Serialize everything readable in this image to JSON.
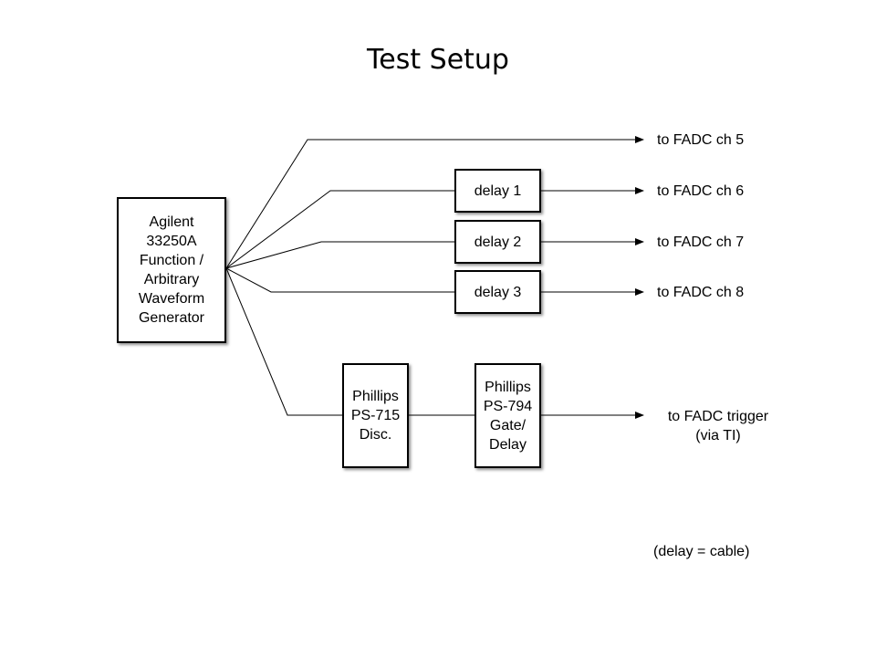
{
  "title": "Test Setup",
  "blocks": {
    "generator": {
      "lines": [
        "Agilent",
        "33250A",
        "Function /",
        "Arbitrary",
        "Waveform",
        "Generator"
      ]
    },
    "delay1": {
      "label": "delay 1"
    },
    "delay2": {
      "label": "delay 2"
    },
    "delay3": {
      "label": "delay 3"
    },
    "disc": {
      "lines": [
        "Phillips",
        "PS-715",
        "Disc."
      ]
    },
    "gate": {
      "lines": [
        "Phillips",
        "PS-794",
        "Gate/",
        "Delay"
      ]
    }
  },
  "outputs": {
    "ch5": "to FADC ch 5",
    "ch6": "to FADC ch 6",
    "ch7": "to FADC ch 7",
    "ch8": "to FADC ch 8",
    "trigger_line1": "to FADC trigger",
    "trigger_line2": "(via TI)"
  },
  "note": "(delay = cable)"
}
